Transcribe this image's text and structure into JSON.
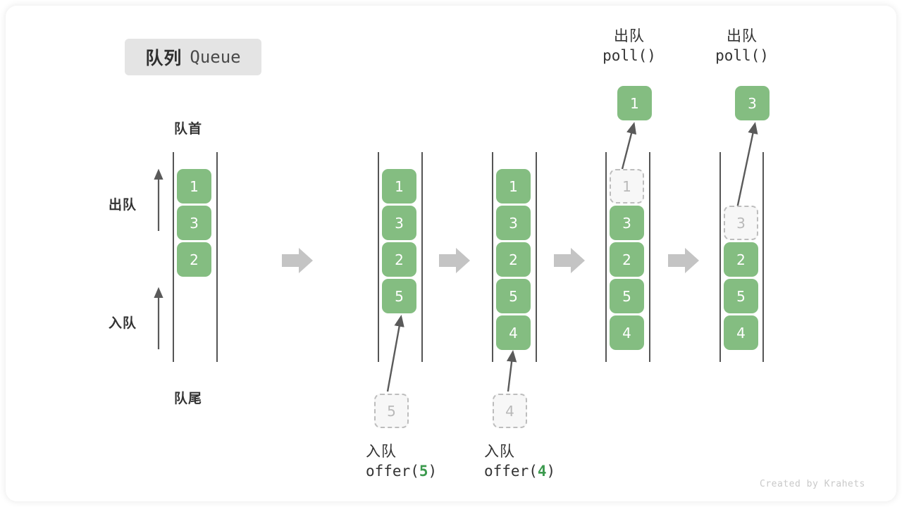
{
  "title": {
    "cn": "队列",
    "en": "Queue"
  },
  "labels": {
    "head": "队首",
    "tail": "队尾",
    "dequeue": "出队",
    "enqueue": "入队"
  },
  "credit": "Created by Krahets",
  "colors": {
    "item_fill": "#84bd81",
    "item_text": "#ffffff",
    "ghost_fill": "#f7f7f7",
    "ghost_border": "#bdbdbd",
    "ghost_text": "#b9b9b9",
    "rail": "#555555",
    "arrow": "#5a5a5a",
    "step_arrow": "#c4c4c4",
    "badge_bg": "#e4e4e4",
    "accent_arg": "#3c9a4e"
  },
  "steps": [
    {
      "id": "initial",
      "items": [
        "1",
        "3",
        "2"
      ],
      "ghost_index": -1,
      "caption_cn": "",
      "caption_code": "",
      "op_label_cn": "",
      "op_label_code": "",
      "popped": "",
      "incoming": ""
    },
    {
      "id": "offer-5",
      "items": [
        "1",
        "3",
        "2",
        "5"
      ],
      "ghost_index": -1,
      "caption_cn": "入队",
      "caption_code": "offer(",
      "caption_arg": "5",
      "caption_code_end": ")",
      "incoming": "5",
      "popped": ""
    },
    {
      "id": "offer-4",
      "items": [
        "1",
        "3",
        "2",
        "5",
        "4"
      ],
      "ghost_index": -1,
      "caption_cn": "入队",
      "caption_code": "offer(",
      "caption_arg": "4",
      "caption_code_end": ")",
      "incoming": "4",
      "popped": ""
    },
    {
      "id": "poll-1",
      "items": [
        "1",
        "3",
        "2",
        "5",
        "4"
      ],
      "ghost_index": 0,
      "caption_cn": "出队",
      "caption_code": "poll()",
      "caption_arg": "",
      "caption_code_end": "",
      "incoming": "",
      "popped": "1"
    },
    {
      "id": "poll-3",
      "items": [
        "3",
        "2",
        "5",
        "4"
      ],
      "ghost_index": 0,
      "caption_cn": "出队",
      "caption_code": "poll()",
      "caption_arg": "",
      "caption_code_end": "",
      "incoming": "",
      "popped": "3"
    }
  ],
  "step_arrows": 4
}
